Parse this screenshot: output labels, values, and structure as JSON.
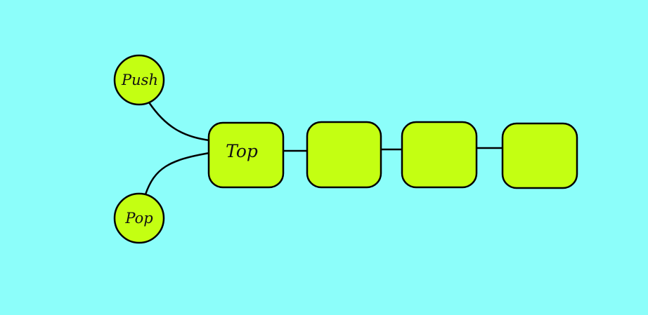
{
  "colors": {
    "background": "#8cfefa",
    "node_fill": "#c4ff12",
    "stroke": "#000000"
  },
  "diagram": {
    "type": "stack",
    "operations": [
      {
        "id": "push",
        "label": "Push",
        "shape": "circle"
      },
      {
        "id": "pop",
        "label": "Pop",
        "shape": "circle"
      }
    ],
    "stack_nodes": [
      {
        "id": "n1",
        "label": "Top",
        "shape": "rounded-square"
      },
      {
        "id": "n2",
        "label": "",
        "shape": "rounded-square"
      },
      {
        "id": "n3",
        "label": "",
        "shape": "rounded-square"
      },
      {
        "id": "n4",
        "label": "",
        "shape": "rounded-square"
      }
    ],
    "edges": [
      {
        "from": "push",
        "to": "n1"
      },
      {
        "from": "pop",
        "to": "n1"
      },
      {
        "from": "n1",
        "to": "n2"
      },
      {
        "from": "n2",
        "to": "n3"
      },
      {
        "from": "n3",
        "to": "n4"
      }
    ]
  }
}
